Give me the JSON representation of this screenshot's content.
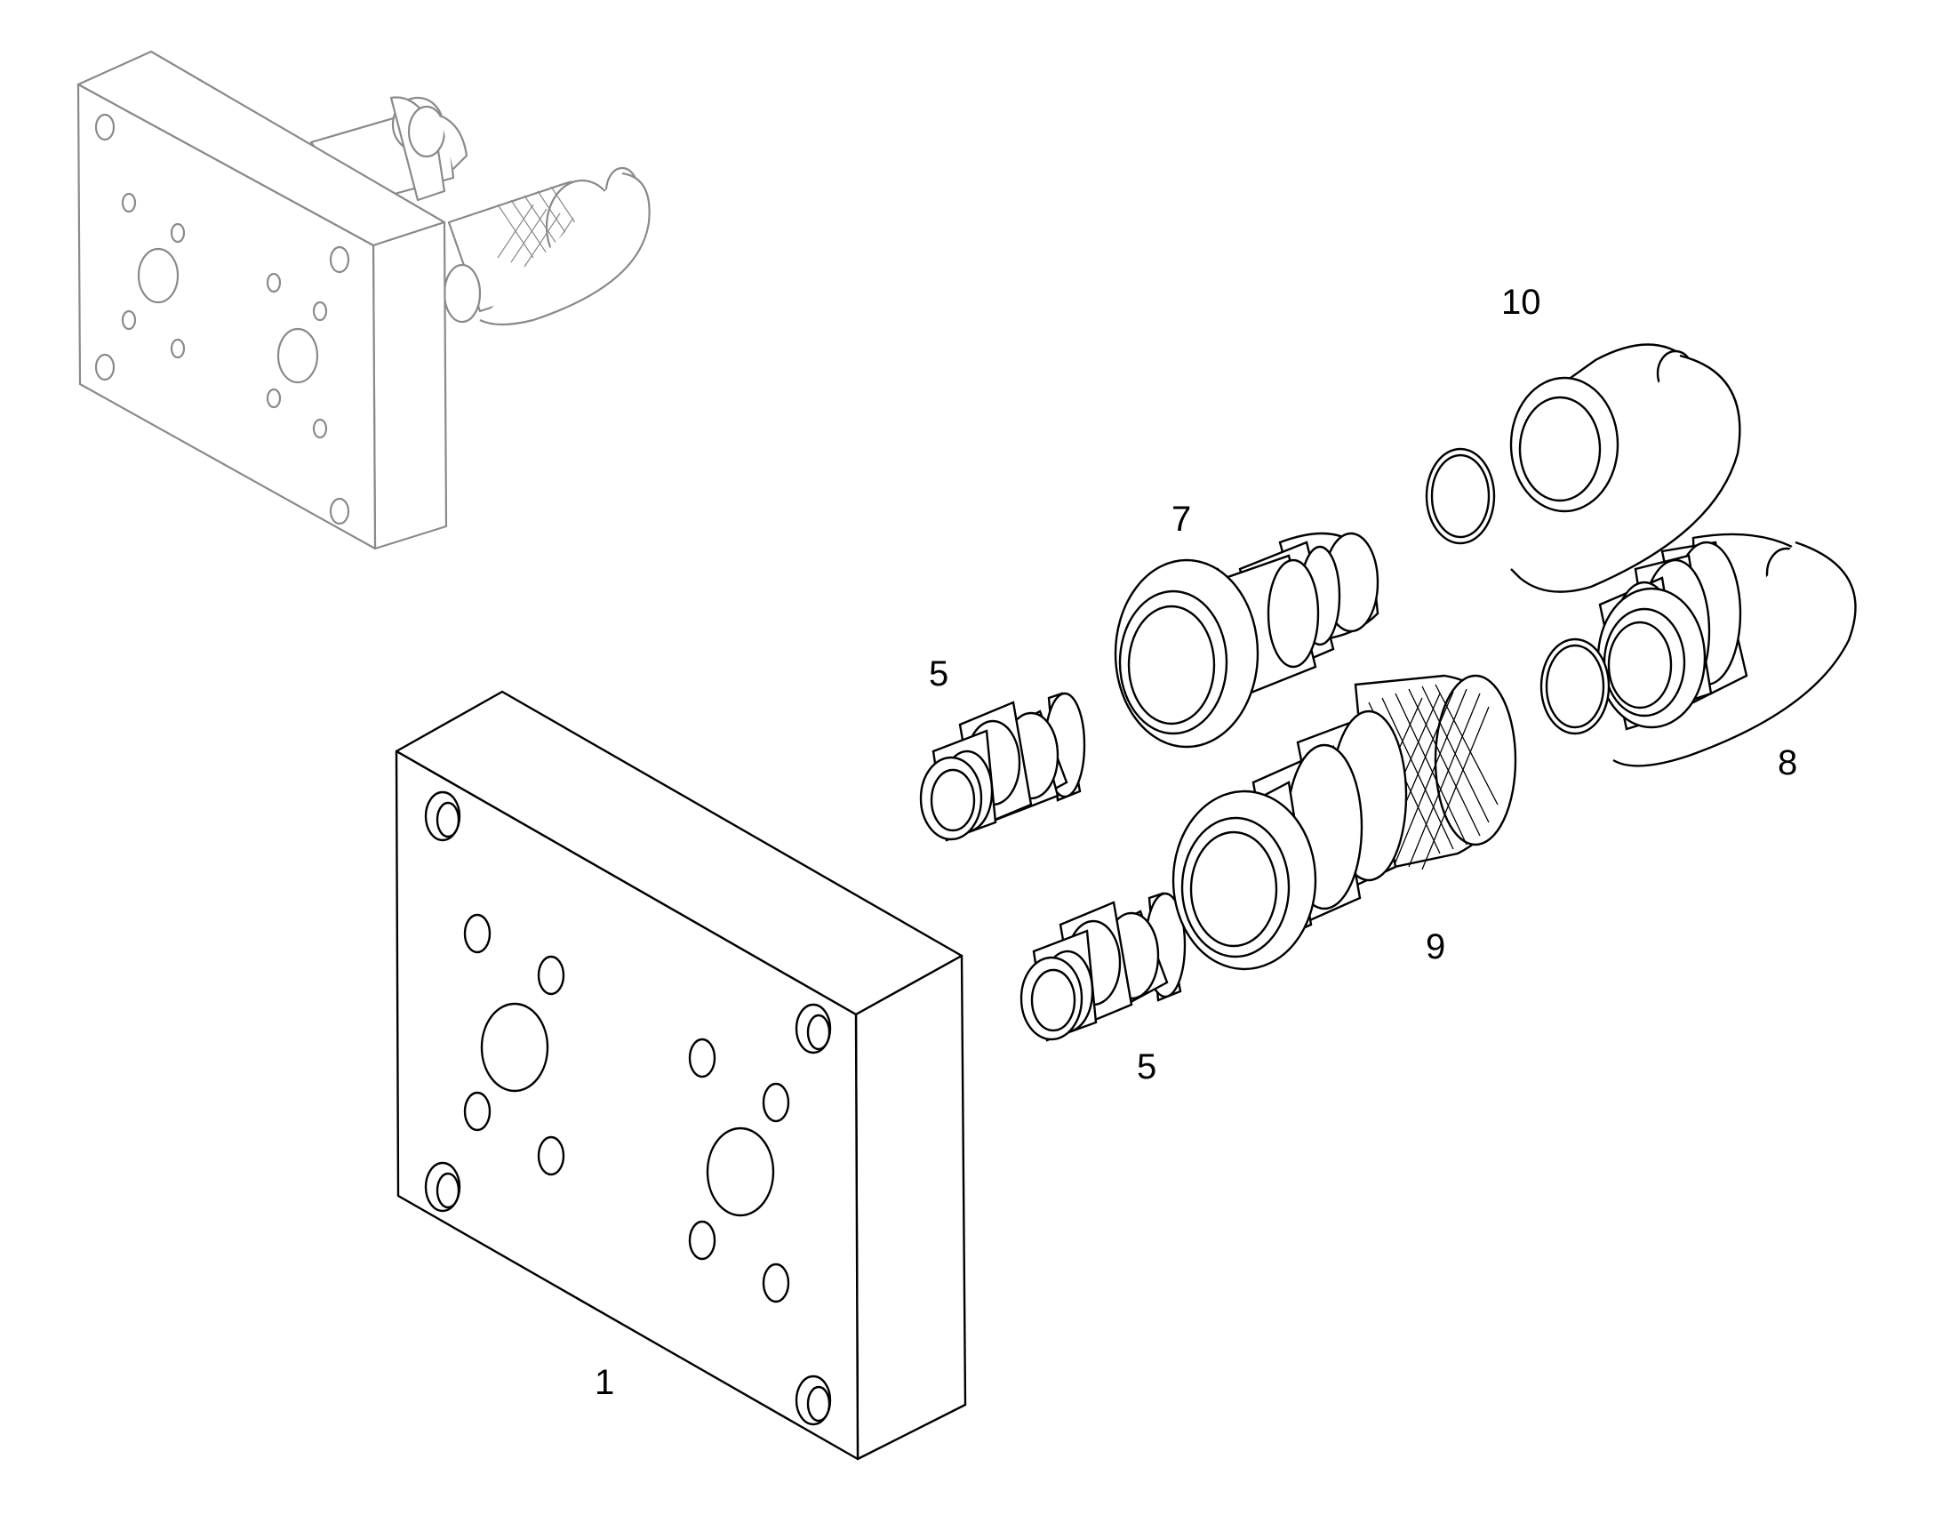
{
  "colors": {
    "line": "#000000",
    "ghost": "#8a8a8a",
    "background": "#ffffff"
  },
  "labels": {
    "part_1": "1",
    "part_5a": "5",
    "part_5b": "5",
    "part_7": "7",
    "part_8": "8",
    "part_9": "9",
    "part_10": "10"
  }
}
